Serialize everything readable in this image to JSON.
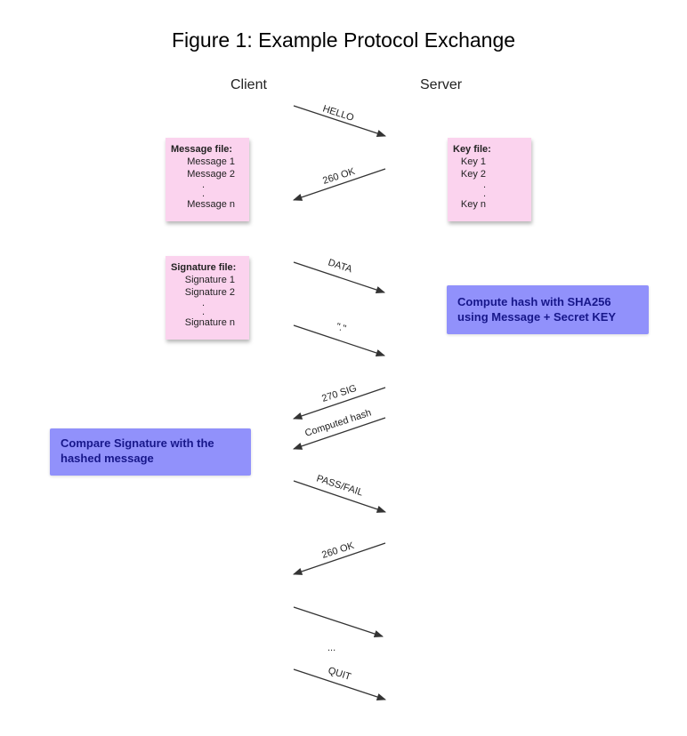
{
  "title": "Figure 1: Example Protocol Exchange",
  "parties": {
    "client": "Client",
    "server": "Server"
  },
  "message_file": {
    "heading": "Message file:",
    "lines": [
      "Message 1",
      "Message 2",
      ".",
      ".",
      "Message n"
    ]
  },
  "key_file": {
    "heading": "Key file:",
    "lines": [
      "Key 1",
      "Key 2",
      ".",
      ".",
      "Key n"
    ]
  },
  "signature_file": {
    "heading": "Signature file:",
    "lines": [
      "Signature 1",
      "Signature 2",
      ".",
      ".",
      "Signature n"
    ]
  },
  "notes": {
    "compute": "Compute hash with SHA256 using Message + Secret KEY",
    "compare": "Compare Signature with the hashed message"
  },
  "messages": [
    {
      "label": "HELLO",
      "direction": "client-to-server"
    },
    {
      "label": "260 OK",
      "direction": "server-to-client"
    },
    {
      "label": "DATA",
      "direction": "client-to-server"
    },
    {
      "label": "\".\"",
      "direction": "client-to-server"
    },
    {
      "label": "270 SIG",
      "direction": "server-to-client"
    },
    {
      "label": "Computed hash",
      "direction": "server-to-client"
    },
    {
      "label": "PASS/FAIL",
      "direction": "client-to-server"
    },
    {
      "label": "260 OK",
      "direction": "server-to-client"
    },
    {
      "label": "",
      "direction": "client-to-server"
    },
    {
      "label": "QUIT",
      "direction": "client-to-server"
    }
  ],
  "ellipsis": "...",
  "colors": {
    "sticky": "#fbd3ee",
    "note_bg": "#9191fb",
    "note_text": "#17178a",
    "arrow": "#333333"
  }
}
